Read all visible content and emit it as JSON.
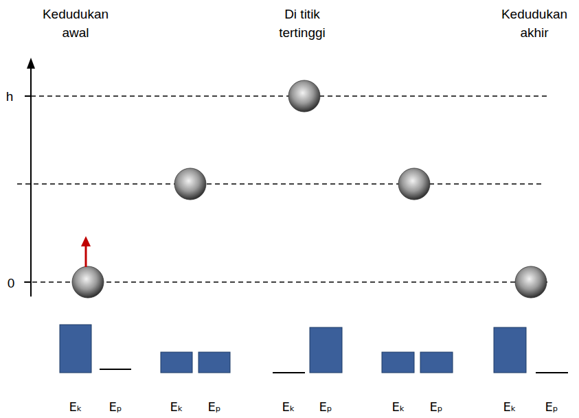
{
  "diagram": {
    "labels": [
      "Kedudukan awal",
      "Di titik tertinggi",
      "Kedudukan akhir",
      "h",
      "0",
      "Eₖ",
      "Eₚ",
      "Eₖ",
      "Eₚ",
      "Eₖ",
      "Eₚ",
      "Eₖ",
      "Eₚ",
      "Eₖ",
      "Eₚ"
    ]
  }
}
